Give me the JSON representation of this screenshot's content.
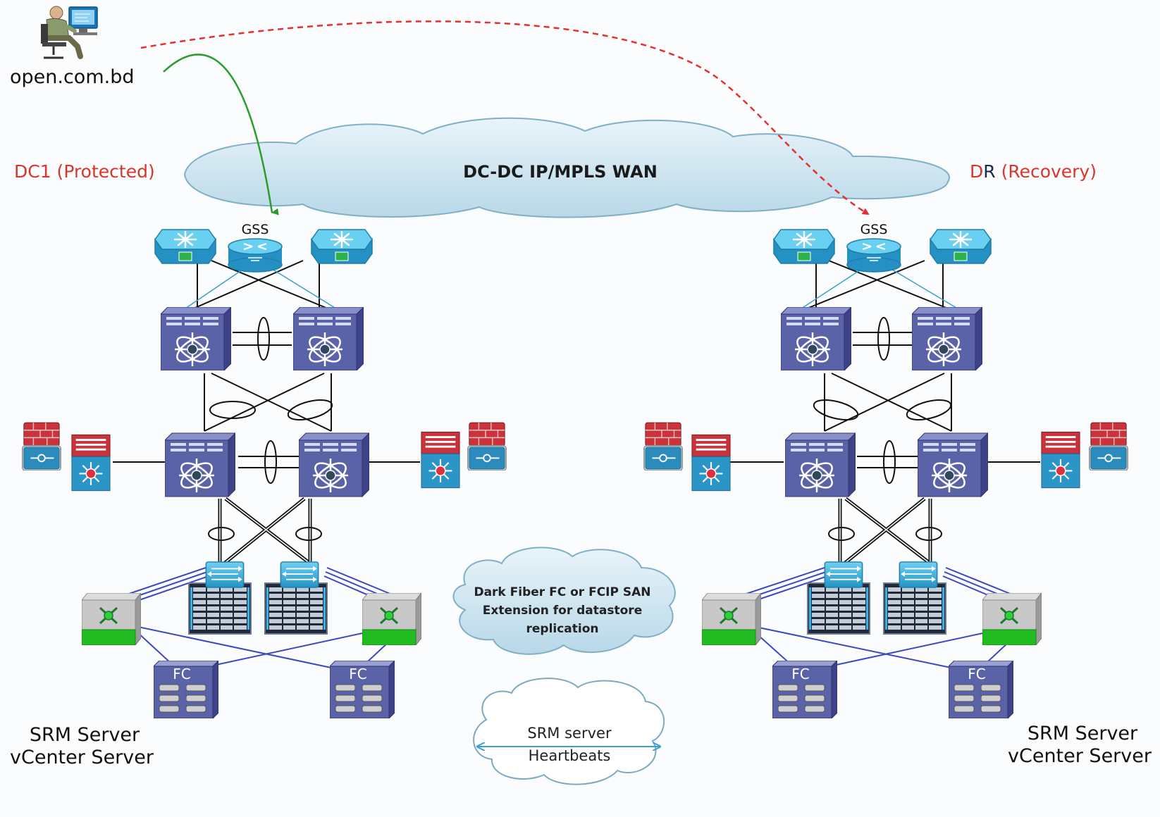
{
  "user": {
    "label": "open.com.bd"
  },
  "sites": {
    "left": {
      "label": "DC1 (Protected)",
      "server_line1": "SRM Server",
      "server_line2": "vCenter Server"
    },
    "right": {
      "label_d": "D",
      "label_r": "R",
      "label_rest": " (Recovery)",
      "server_line1": "SRM Server",
      "server_line2": "vCenter Server"
    }
  },
  "clouds": {
    "wan": "DC-DC IP/MPLS WAN",
    "san_lines": [
      "Dark Fiber FC or FCIP SAN",
      "Extension for datastore",
      "replication"
    ],
    "heartbeat_lines": [
      "SRM server",
      "Heartbeats"
    ]
  },
  "device_labels": {
    "gss": "GSS",
    "fc": "FC"
  },
  "colors": {
    "site_label": "#d9352b",
    "dc_device": "#5a62a8",
    "router": "#3aa0cf",
    "firewall": "#c9333b",
    "storage_green": "#22bb22",
    "green_arrow": "#2a9d2a",
    "red_arrow": "#e53030"
  }
}
